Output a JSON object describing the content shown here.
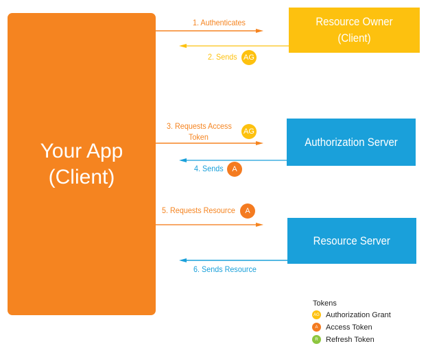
{
  "colors": {
    "app": "#F58420",
    "owner": "#FDC10F",
    "server": "#1AA0DA",
    "authorization_grant": "#FDC10F",
    "access_token": "#F47B20",
    "refresh_token": "#8DC63F",
    "arrow_request": "#F58420",
    "arrow_owner_response": "#FDC10F",
    "arrow_server_response": "#1AA0DA"
  },
  "nodes": {
    "app": {
      "line1": "Your App",
      "line2": "(Client)"
    },
    "owner": {
      "line1": "Resource Owner",
      "line2": "(Client)"
    },
    "auth_server": {
      "label": "Authorization Server"
    },
    "resource_server": {
      "label": "Resource Server"
    }
  },
  "steps": [
    {
      "label": "1. Authenticates",
      "direction": "to-owner"
    },
    {
      "label": "2. Sends",
      "badge": "AG",
      "direction": "from-owner"
    },
    {
      "label_line1": "3. Requests Access",
      "label_line2": "Token",
      "badge": "AG",
      "direction": "to-auth-server"
    },
    {
      "label": "4. Sends",
      "badge": "A",
      "direction": "from-auth-server"
    },
    {
      "label": "5. Requests Resource",
      "badge": "A",
      "direction": "to-resource-server"
    },
    {
      "label": "6. Sends Resource",
      "direction": "from-resource-server"
    }
  ],
  "legend": {
    "title": "Tokens",
    "items": [
      {
        "badge": "AG",
        "label": "Authorization Grant"
      },
      {
        "badge": "A",
        "label": "Access Token"
      },
      {
        "badge": "R",
        "label": "Refresh Token"
      }
    ]
  }
}
